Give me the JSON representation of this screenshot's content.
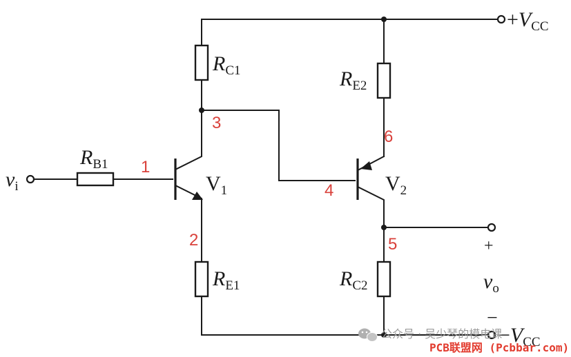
{
  "colors": {
    "line": "#1a1a1a",
    "node_label": "#d9413b",
    "watermark_red": "#e23b2e",
    "watermark_gray": "#9a9a9a"
  },
  "labels": {
    "vcc_plus": {
      "prefix": "+",
      "main": "V",
      "sub": "CC"
    },
    "vcc_minus": {
      "prefix": "−",
      "main": "V",
      "sub": "CC"
    },
    "vi": {
      "main": "v",
      "sub": "i"
    },
    "vo": {
      "main": "v",
      "sub": "o"
    },
    "out_plus": "+",
    "out_minus": "−",
    "rc1": {
      "main": "R",
      "sub": "C1"
    },
    "re1": {
      "main": "R",
      "sub": "E1"
    },
    "rb1": {
      "main": "R",
      "sub": "B1"
    },
    "re2": {
      "main": "R",
      "sub": "E2"
    },
    "rc2": {
      "main": "R",
      "sub": "C2"
    },
    "v1": {
      "main": "V",
      "sub": "1"
    },
    "v2": {
      "main": "V",
      "sub": "2"
    }
  },
  "nodes": [
    "1",
    "2",
    "3",
    "4",
    "5",
    "6"
  ],
  "watermark": {
    "icon": "wechat-icon",
    "text": "公众号 · 吴少琴的模电课",
    "site": "PCB联盟网 (Pcbbar.com)"
  }
}
